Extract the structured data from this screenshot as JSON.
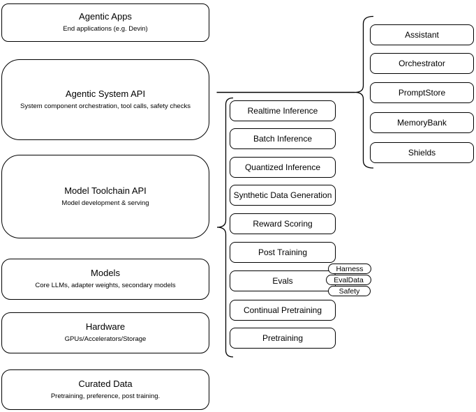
{
  "colors": {
    "stroke": "#000000",
    "node_fill": "#ffffff",
    "background": "#ffffff"
  },
  "stack": {
    "items": [
      {
        "title": "Agentic Apps",
        "subtitle": "End applications (e.g. Devin)"
      },
      {
        "title": "Agentic System API",
        "subtitle": "System component orchestration, tool calls, safety checks"
      },
      {
        "title": "Model Toolchain API",
        "subtitle": "Model development & serving"
      },
      {
        "title": "Models",
        "subtitle": "Core LLMs, adapter weights, secondary models"
      },
      {
        "title": "Hardware",
        "subtitle": "GPUs/Accelerators/Storage"
      },
      {
        "title": "Curated Data",
        "subtitle": "Pretraining, preference, post training."
      }
    ]
  },
  "toolchain": {
    "items": [
      {
        "label": "Realtime Inference"
      },
      {
        "label": "Batch Inference"
      },
      {
        "label": "Quantized Inference"
      },
      {
        "label": "Synthetic Data Generation"
      },
      {
        "label": "Reward Scoring"
      },
      {
        "label": "Post Training"
      },
      {
        "label": "Evals"
      },
      {
        "label": "Continual Pretraining"
      },
      {
        "label": "Pretraining"
      }
    ]
  },
  "system_components": {
    "items": [
      {
        "label": "Assistant"
      },
      {
        "label": "Orchestrator"
      },
      {
        "label": "PromptStore"
      },
      {
        "label": "MemoryBank"
      },
      {
        "label": "Shields"
      }
    ]
  },
  "eval_tags": {
    "items": [
      {
        "label": "Harness"
      },
      {
        "label": "EvalData"
      },
      {
        "label": "Safety"
      }
    ]
  }
}
